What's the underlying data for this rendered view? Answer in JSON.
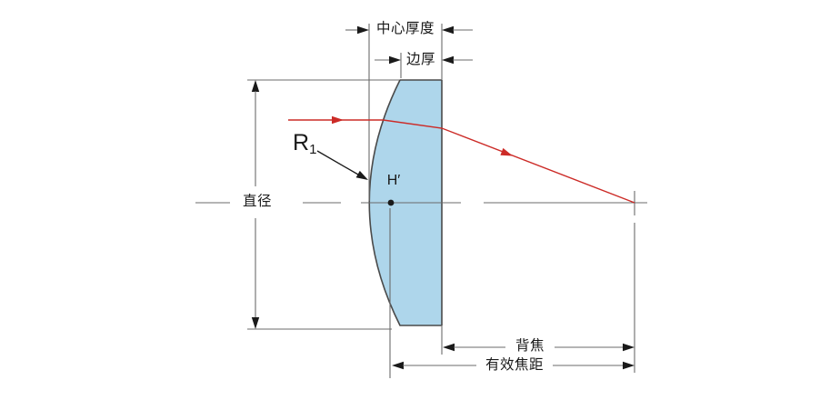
{
  "labels": {
    "center_thickness": "中心厚度",
    "edge_thickness": "边厚",
    "diameter": "直径",
    "radius": {
      "base": "R",
      "sub": "1"
    },
    "rear_principal_point": "H′",
    "back_focal_length": "背焦",
    "effective_focal_length": "有效焦距"
  },
  "colors": {
    "background": "#ffffff",
    "lens_fill": "#aed6eb",
    "lens_outline": "#4a4a4a",
    "line": "#6b6b6b",
    "arrow": "#1a1a1a",
    "ray": "#cc2b27",
    "text": "#1a1a1a"
  }
}
